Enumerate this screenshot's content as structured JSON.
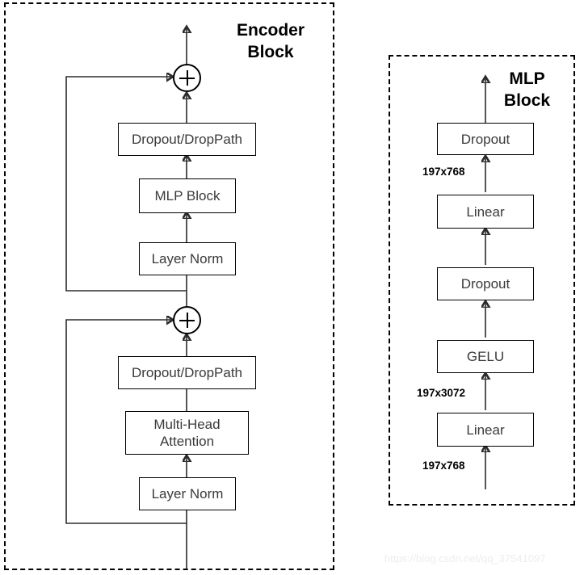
{
  "diagram": {
    "title_alt": "Vision Transformer Encoder Block and MLP Block",
    "watermark": "https://blog.csdn.net/qq_37541097",
    "stroke_color": "#2b2b2b",
    "box_text_color": "#3a3a3a",
    "border_color": "#000000"
  },
  "encoder": {
    "title": "Encoder\nBlock",
    "nodes": {
      "dropout_droppath_top": "Dropout/DropPath",
      "mlp_block": "MLP Block",
      "layer_norm_top": "Layer Norm",
      "dropout_droppath_bottom": "Dropout/DropPath",
      "multi_head_attention": "Multi-Head\nAttention",
      "layer_norm_bottom": "Layer Norm"
    },
    "operators": {
      "add_top": "+",
      "add_bottom": "+"
    }
  },
  "mlp": {
    "title": "MLP\nBlock",
    "nodes": {
      "dropout_top": "Dropout",
      "linear_top": "Linear",
      "dropout_mid": "Dropout",
      "gelu": "GELU",
      "linear_bottom": "Linear"
    },
    "dims": {
      "out_768": "197x768",
      "hidden_3072": "197x3072",
      "in_768": "197x768"
    }
  }
}
